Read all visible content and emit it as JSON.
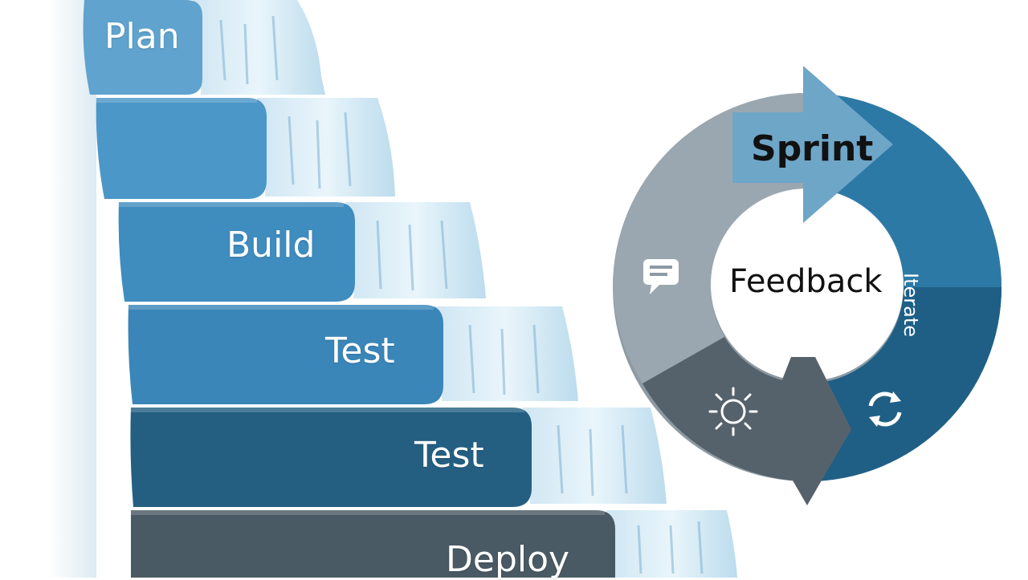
{
  "waterfall": {
    "steps": [
      {
        "label": "Plan",
        "color": "#5fa3ce"
      },
      {
        "label": "",
        "color": "#4b97c8"
      },
      {
        "label": "Build",
        "color": "#3f8cbf"
      },
      {
        "label": "Test",
        "color": "#3a86b9"
      },
      {
        "label": "Test",
        "color": "#245f82"
      },
      {
        "label": "Deploy",
        "color": "#4a5a64"
      }
    ]
  },
  "cycle": {
    "center_label": "Feedback",
    "sprint_label": "Sprint",
    "iterate_label": "Iterate",
    "icons": [
      "chat-icon",
      "gear-icon",
      "refresh-icon"
    ],
    "colors": {
      "grey_light": "#9aa7b0",
      "grey_mid": "#7e8c96",
      "grey_dark": "#56626b",
      "blue": "#2d79a6",
      "blue_dark": "#1f5f86",
      "sprint_arrow": "#6ea6c8"
    }
  }
}
